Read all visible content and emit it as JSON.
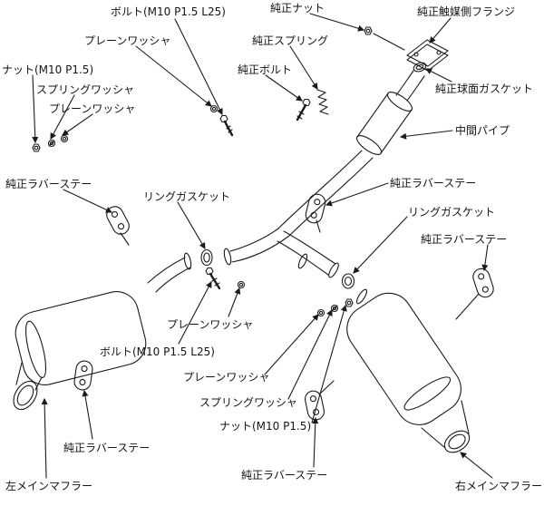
{
  "diagram": {
    "kind": "exhaust-system-exploded-parts-diagram",
    "background_color": "#ffffff",
    "line_color": "#1a1a1a"
  },
  "labels": [
    {
      "id": "bolt-m10-top",
      "text": "ボルト(M10 P1.5 L25)"
    },
    {
      "id": "oem-nut",
      "text": "純正ナット"
    },
    {
      "id": "oem-catalyst-side-flange",
      "text": "純正触媒側フランジ"
    },
    {
      "id": "plain-washer-top",
      "text": "プレーンワッシャ"
    },
    {
      "id": "oem-spring",
      "text": "純正スプリング"
    },
    {
      "id": "nut-m10-left",
      "text": "ナット(M10 P1.5)"
    },
    {
      "id": "spring-washer-left",
      "text": "スプリングワッシャ"
    },
    {
      "id": "plain-washer-left",
      "text": "プレーンワッシャ"
    },
    {
      "id": "oem-bolt",
      "text": "純正ボルト"
    },
    {
      "id": "oem-spherical-gasket",
      "text": "純正球面ガスケット"
    },
    {
      "id": "center-pipe",
      "text": "中間パイプ"
    },
    {
      "id": "oem-rubber-stay-left",
      "text": "純正ラバーステー"
    },
    {
      "id": "ring-gasket-left",
      "text": "リングガスケット"
    },
    {
      "id": "oem-rubber-stay-mid",
      "text": "純正ラバーステー"
    },
    {
      "id": "ring-gasket-right",
      "text": "リングガスケット"
    },
    {
      "id": "oem-rubber-stay-right",
      "text": "純正ラバーステー"
    },
    {
      "id": "plain-washer-center",
      "text": "プレーンワッシャ"
    },
    {
      "id": "bolt-m10-bottom",
      "text": "ボルト(M10 P1.5 L25)"
    },
    {
      "id": "plain-washer-bottom",
      "text": "プレーンワッシャ"
    },
    {
      "id": "spring-washer-bottom",
      "text": "スプリングワッシャ"
    },
    {
      "id": "nut-m10-bottom",
      "text": "ナット(M10 P1.5)"
    },
    {
      "id": "oem-rubber-stay-bottom-left",
      "text": "純正ラバーステー"
    },
    {
      "id": "left-main-muffler",
      "text": "左メインマフラー"
    },
    {
      "id": "oem-rubber-stay-bottom-center",
      "text": "純正ラバーステー"
    },
    {
      "id": "right-main-muffler",
      "text": "右メインマフラー"
    }
  ]
}
